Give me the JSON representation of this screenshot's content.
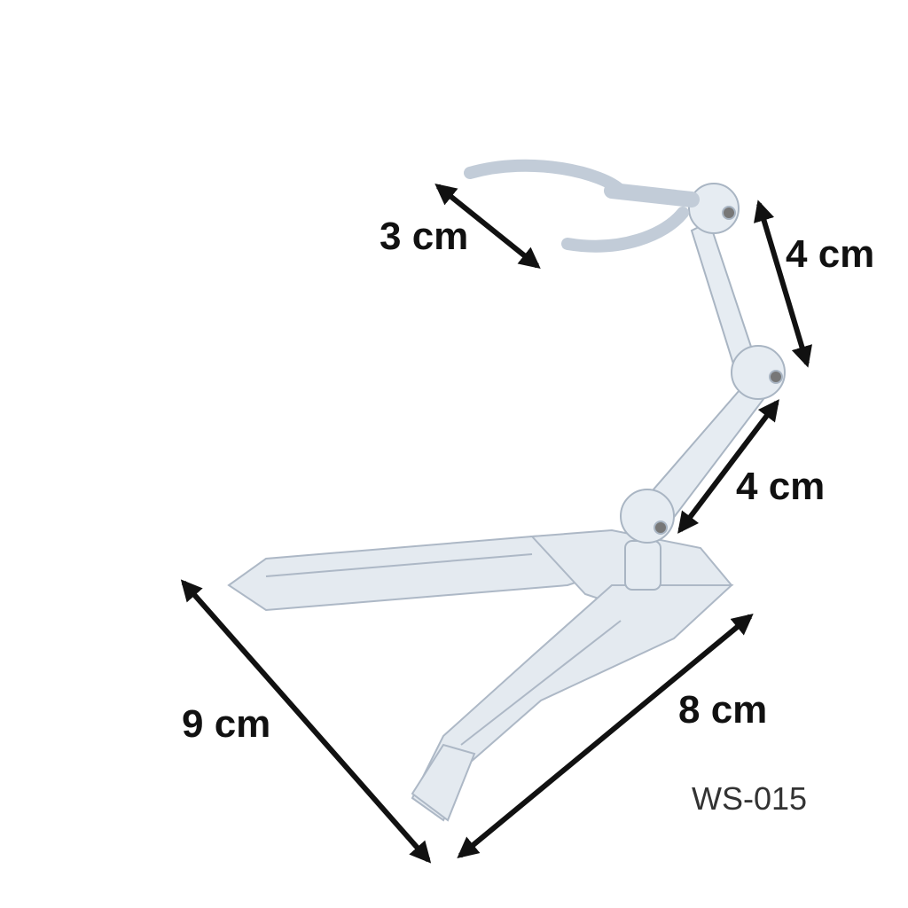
{
  "product": {
    "model_code": "WS-015",
    "dimensions": {
      "clamp_width": "3 cm",
      "upper_arm": "4 cm",
      "lower_arm": "4 cm",
      "base_left_leg": "9 cm",
      "base_right_leg": "8 cm"
    }
  },
  "colors": {
    "arrow": "#111111",
    "plastic": "#dfe6ee",
    "plastic_edge": "#aab6c4"
  }
}
